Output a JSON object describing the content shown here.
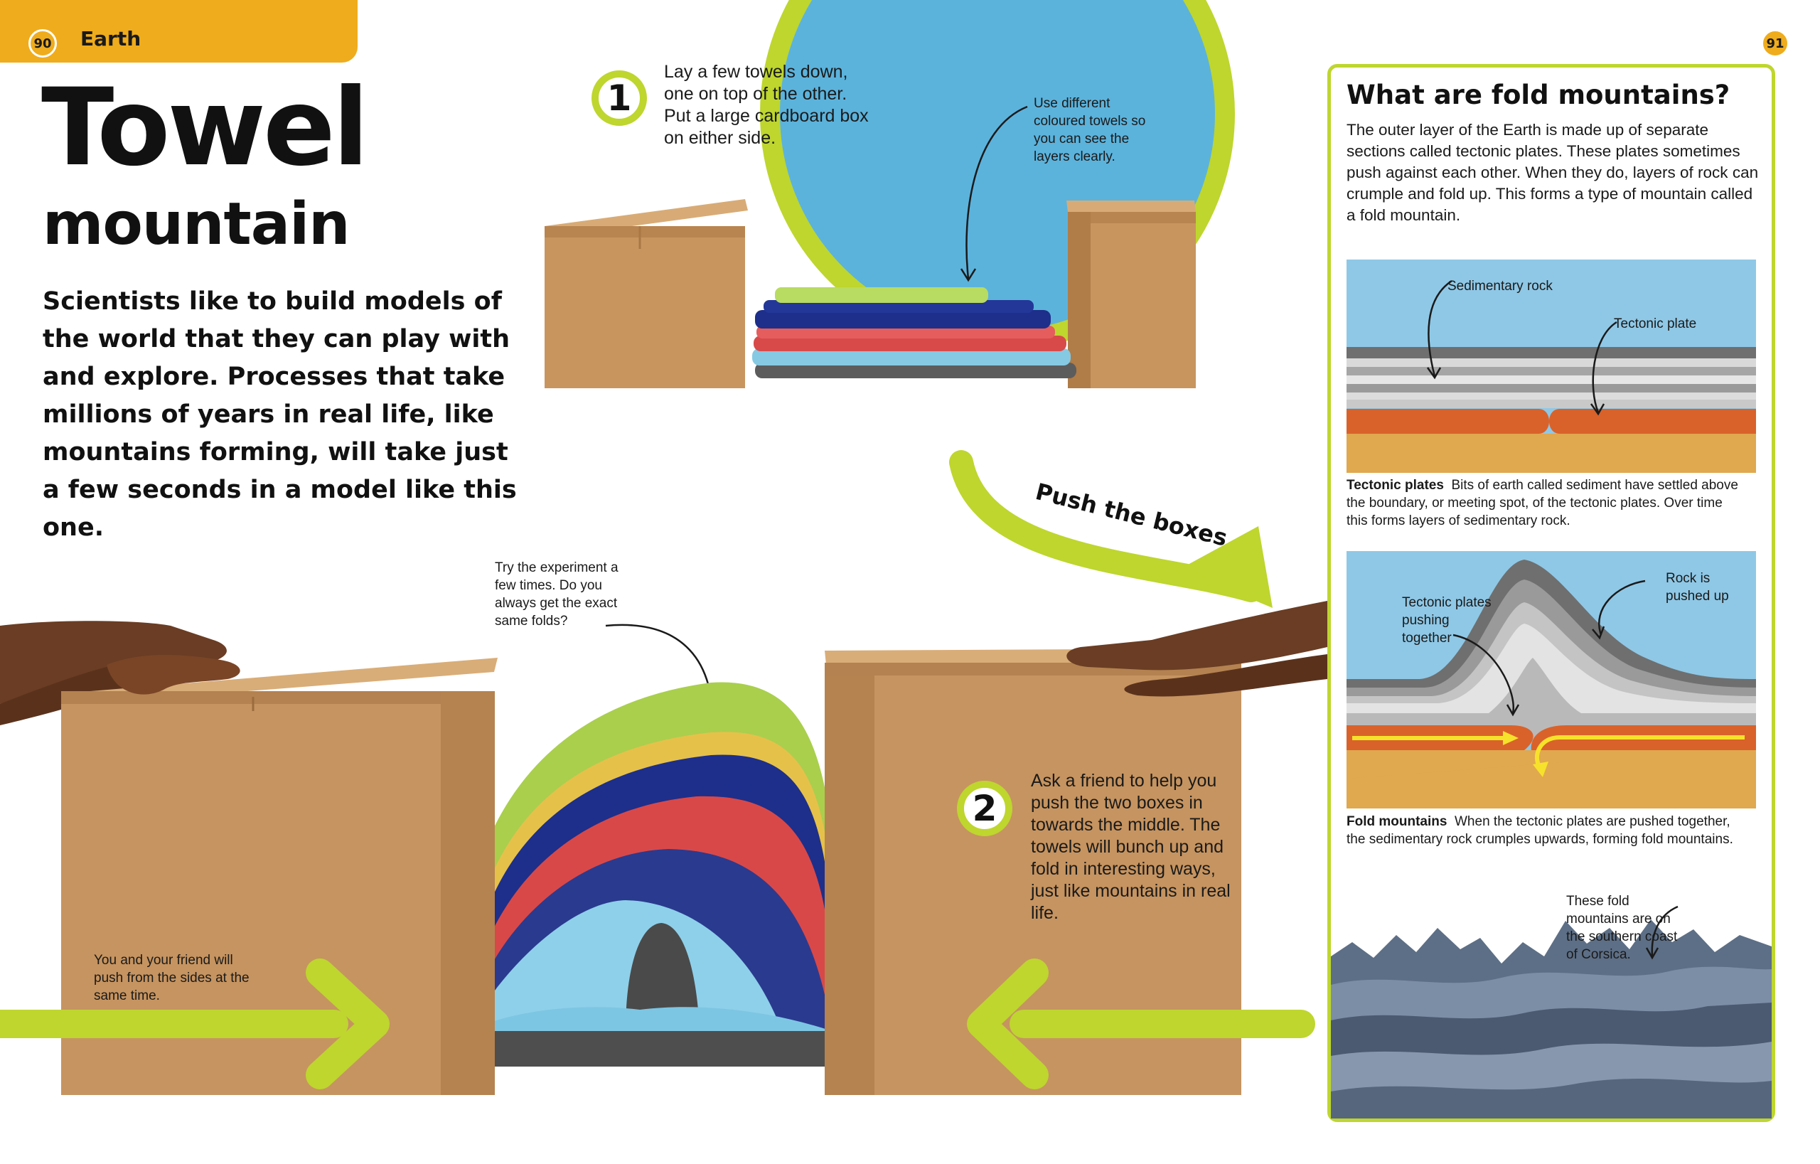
{
  "page": {
    "left_number": "90",
    "right_number": "91",
    "section": "Earth"
  },
  "title": {
    "line1": "Towel",
    "line2": "mountain"
  },
  "intro": "Scientists like to build models of the world that they can play with and explore. Processes that take millions of years in real life, like mountains forming, will take just a few seconds in a model like this one.",
  "step1": {
    "number": "1",
    "text": "Lay a few towels down, one on top of the other. Put a large cardboard box on either side.",
    "note": "Use different coloured towels so you can see the layers clearly."
  },
  "push_label": "Push the boxes",
  "experiment_note": "Try the experiment a few times. Do you always get the exact same folds?",
  "step2": {
    "number": "2",
    "text": "Ask a friend to help you push the two boxes in towards the middle. The towels will bunch up and fold in interesting ways, just like mountains in real life."
  },
  "sides_note": "You and your friend will push from the sides at the same time.",
  "sidebar": {
    "title": "What are fold mountains?",
    "body": "The outer layer of the Earth is made up of separate sections called tectonic plates. These plates sometimes push against each other. When they do, layers of rock can crumple and fold up. This forms a type of mountain called a fold mountain.",
    "diagram1": {
      "label_sedimentary": "Sedimentary rock",
      "label_plate": "Tectonic plate",
      "caption_title": "Tectonic plates",
      "caption_text": "Bits of earth called sediment have settled above the boundary, or meeting spot, of the tectonic plates. Over time this forms layers of sedimentary rock."
    },
    "diagram2": {
      "label_pushing": "Tectonic plates pushing together",
      "label_pushed_up": "Rock is pushed up",
      "caption_title": "Fold mountains",
      "caption_text": "When the tectonic plates are pushed together, the sedimentary rock crumples upwards, forming fold mountains."
    },
    "photo_note": "These fold mountains are on the southern coast of Corsica."
  },
  "colors": {
    "accent_green": "#bed62e",
    "header_orange": "#efac1c",
    "sky_blue": "#5bb3dc",
    "cardboard": "#c8955f",
    "plate_orange": "#d9622a",
    "sand": "#e0a84f"
  }
}
